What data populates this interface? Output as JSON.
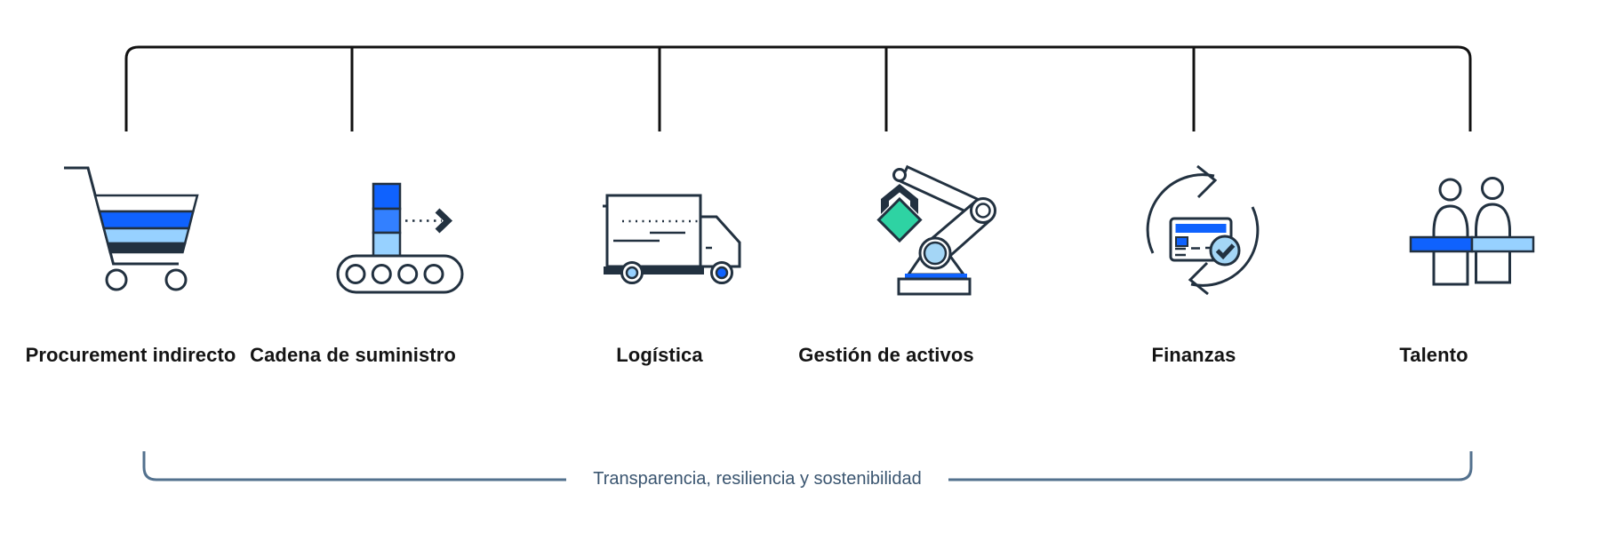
{
  "diagram": {
    "caption": "Transparencia, resiliencia y sostenibilidad",
    "categories": [
      {
        "id": "procurement-indirecto",
        "label": "Procurement indirecto",
        "icon": "shopping-cart-icon"
      },
      {
        "id": "cadena-de-suministro",
        "label": "Cadena de suministro",
        "icon": "conveyor-belt-icon"
      },
      {
        "id": "logistica",
        "label": "Logística",
        "icon": "delivery-truck-icon"
      },
      {
        "id": "gestion-de-activos",
        "label": "Gestión de activos",
        "icon": "robotic-arm-icon"
      },
      {
        "id": "finanzas",
        "label": "Finanzas",
        "icon": "card-sync-icon"
      },
      {
        "id": "talento",
        "label": "Talento",
        "icon": "two-people-icon"
      }
    ],
    "colors": {
      "outline": "#223140",
      "blue": "#0f62fe",
      "blue_mid": "#3380ff",
      "blue_light": "#97d1ff",
      "blue_soft": "#a4d6f6",
      "teal": "#2ed3a3",
      "bracket_top": "#121212",
      "bracket_bottom": "#53718e",
      "caption_text": "#3a5570",
      "label_text": "#141414"
    }
  }
}
